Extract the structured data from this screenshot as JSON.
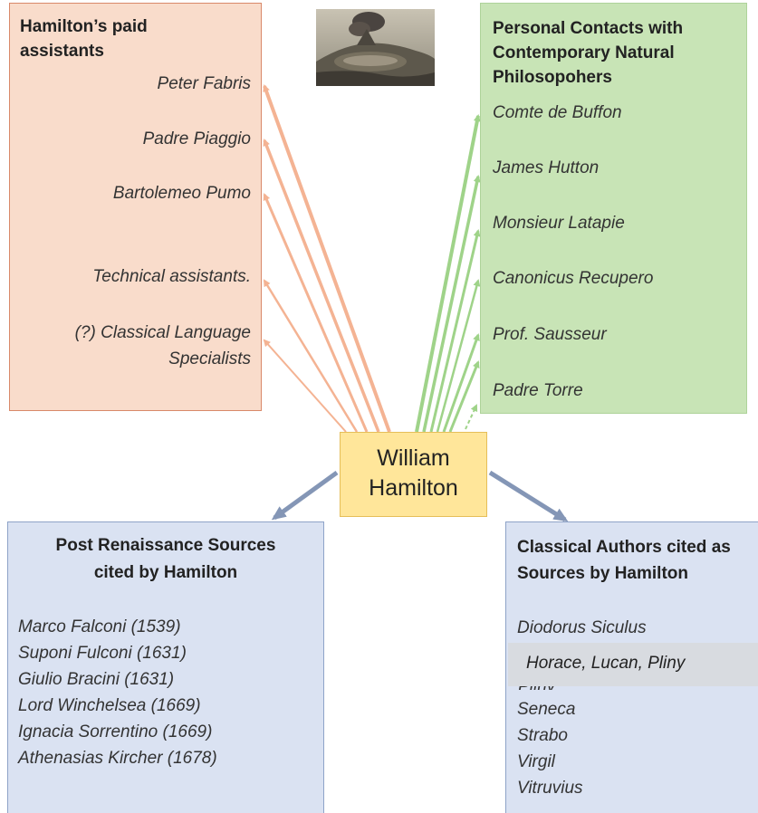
{
  "assistants": {
    "title": "Hamilton’s paid assistants",
    "items": [
      "Peter Fabris",
      "Padre Piaggio",
      "Bartolemeo Pumo",
      "Technical assistants.",
      "(?) Classical Language",
      "Specialists"
    ]
  },
  "contacts": {
    "title": "Personal Contacts with Contemporary Natural Philosopohers",
    "items": [
      "Comte de Buffon",
      "James Hutton",
      "Monsieur Latapie",
      "Canonicus Recupero",
      "Prof. Sausseur",
      "Padre Torre"
    ]
  },
  "center": {
    "label": "William Hamilton"
  },
  "post_renaissance": {
    "title_line1": "Post Renaissance Sources",
    "title_line2": "cited by Hamilton",
    "items": [
      "Marco Falconi (1539)",
      "Suponi Fulconi (1631)",
      "Giulio Bracini (1631)",
      "Lord Winchelsea (1669)",
      "Ignacia Sorrentino (1669)",
      "Athenasias Kircher (1678)"
    ]
  },
  "classical": {
    "title_line1": "Classical Authors cited as",
    "title_line2": "Sources by Hamilton",
    "items": [
      "Diodorus Siculus",
      "Pliny",
      "Seneca",
      "Strabo",
      "Virgil",
      "Vitruvius"
    ],
    "overlay_text": "Horace, Lucan, Pliny"
  },
  "colors": {
    "assistants_arrow": "#f4b393",
    "contacts_arrow": "#9fd389",
    "sources_arrow": "#8496b6"
  },
  "image": {
    "icon": "volcano-painting"
  }
}
